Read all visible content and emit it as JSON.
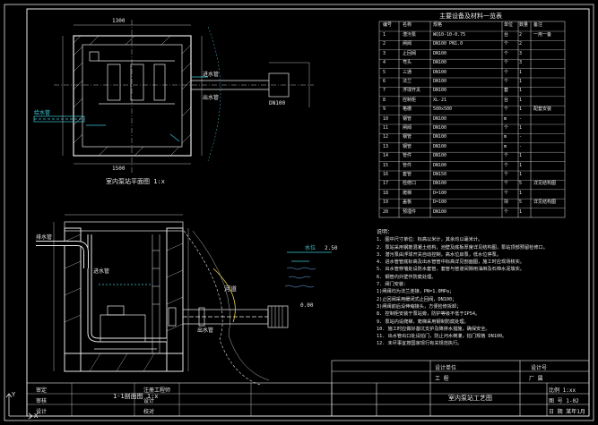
{
  "drawing": {
    "colors": {
      "line": "#e8e8e8",
      "cyan": "#3fc9d6",
      "yellow": "#e8d040",
      "water": "#6fb8ff",
      "bg": "#000000"
    },
    "top_view_caption": "室内泵站平面图 1:x",
    "section_caption": "1-1剖面图 1:x",
    "top_dims": [
      "1300",
      "1500"
    ],
    "top_labels": [
      "给水管",
      "进水管",
      "出水管",
      "DN100"
    ],
    "section_labels": [
      "排水管",
      "进水管",
      "出水管",
      "河道",
      "水位"
    ],
    "section_elev": [
      "2.50",
      "0.00"
    ]
  },
  "table": {
    "title": "主要设备及材料一览表",
    "headers": [
      "编号",
      "名称",
      "规格",
      "单位",
      "数量",
      "备注"
    ],
    "rows": [
      {
        "no": "1",
        "name": "潜污泵",
        "spec": "WQ10-10-0.75",
        "unit": "台",
        "qty": "2",
        "note": "一用一备"
      },
      {
        "no": "2",
        "name": "闸阀",
        "spec": "DN100 PN1.0",
        "unit": "个",
        "qty": "2",
        "note": ""
      },
      {
        "no": "3",
        "name": "止回阀",
        "spec": "DN100",
        "unit": "个",
        "qty": "3",
        "note": ""
      },
      {
        "no": "4",
        "name": "弯头",
        "spec": "DN100",
        "unit": "个",
        "qty": "3",
        "note": ""
      },
      {
        "no": "5",
        "name": "三通",
        "spec": "DN100",
        "unit": "个",
        "qty": "1",
        "note": ""
      },
      {
        "no": "6",
        "name": "法兰",
        "spec": "DN100",
        "unit": "个",
        "qty": "1",
        "note": ""
      },
      {
        "no": "7",
        "name": "浮球开关",
        "spec": "DN100",
        "unit": "套",
        "qty": "1",
        "note": ""
      },
      {
        "no": "8",
        "name": "控制柜",
        "spec": "XL-21",
        "unit": "台",
        "qty": "1",
        "note": ""
      },
      {
        "no": "9",
        "name": "格栅",
        "spec": "500x500",
        "unit": "个",
        "qty": "1",
        "note": "配套安装"
      },
      {
        "no": "10",
        "name": "钢管",
        "spec": "DN100",
        "unit": "m",
        "qty": "-",
        "note": ""
      },
      {
        "no": "11",
        "name": "闸阀",
        "spec": "DN100",
        "unit": "个",
        "qty": "1",
        "note": ""
      },
      {
        "no": "12",
        "name": "钢管",
        "spec": "DN100",
        "unit": "m",
        "qty": "-",
        "note": ""
      },
      {
        "no": "13",
        "name": "钢管",
        "spec": "DN100",
        "unit": "m",
        "qty": "-",
        "note": ""
      },
      {
        "no": "14",
        "name": "管件",
        "spec": "DN100",
        "unit": "个",
        "qty": "1",
        "note": ""
      },
      {
        "no": "15",
        "name": "管件",
        "spec": "DN100",
        "unit": "个",
        "qty": "1",
        "note": ""
      },
      {
        "no": "16",
        "name": "套管",
        "spec": "DN150",
        "unit": "个",
        "qty": "1",
        "note": ""
      },
      {
        "no": "17",
        "name": "检修口",
        "spec": "DN100",
        "unit": "个",
        "qty": "5",
        "note": "详见结构图"
      },
      {
        "no": "18",
        "name": "爬梯",
        "spec": "D=100",
        "unit": "个",
        "qty": "1",
        "note": ""
      },
      {
        "no": "19",
        "name": "盖板",
        "spec": "D=100",
        "unit": "块",
        "qty": "5",
        "note": "详见结构图"
      },
      {
        "no": "20",
        "name": "预埋件",
        "spec": "DN100",
        "unit": "个",
        "qty": "1",
        "note": ""
      }
    ]
  },
  "notes": {
    "title": "说明：",
    "lines": [
      "1. 图中尺寸单位：标高以米计，其余均以毫米计。",
      "2. 泵站采用钢筋混凝土结构，池壁及底板厚度详见结构图，泵站顶部预留检修口。",
      "3. 潜污泵由浮球开关自动控制，高水位启泵，低水位停泵。",
      "4. 进水管管底标高及出水管管中标高详见剖面图，施工时应现场核实。",
      "5. 出水管穿墙处设防水套管，套管与管道间隙用油麻及石棉水泥填实。",
      "6. 钢管内外壁作防腐处理。",
      "7. 阀门安装：",
      "   1)闸阀均为法兰连接，PN=1.0MPa；",
      "   2)止回阀采用缓闭式止回阀，DN100；",
      "   3)闸阀前后设伸缩接头，方便检修拆卸；",
      "8. 控制柜安装于泵站旁，防护等级不低于IP54。",
      "9. 泵站内设爬梯，爬梯采用钢制防腐处理。",
      "10. 施工时应做好基坑支护及降排水措施，确保安全。",
      "11. 出水管出口处设拍门，防止河水倒灌，拍门规格 DN100。",
      "12. 未尽事宜按国家现行有关规范执行。"
    ]
  },
  "title_block": {
    "design_unit": "设计单位",
    "project_label": "工  程",
    "project_no": "设计号",
    "drawing_name": "室内泵站工艺图",
    "approve": "审定",
    "approve_name": "注册工程师",
    "check": "审核",
    "check_name": "设计",
    "design": "设计",
    "design_name": "校对",
    "sheet_type": "厂  属",
    "scale": "比例 1:xx",
    "sheet_no": "图 号 1-02",
    "date": "日 期 某年1月"
  },
  "status": {
    "ucs_label": "X",
    "cursor_y": "Y"
  }
}
